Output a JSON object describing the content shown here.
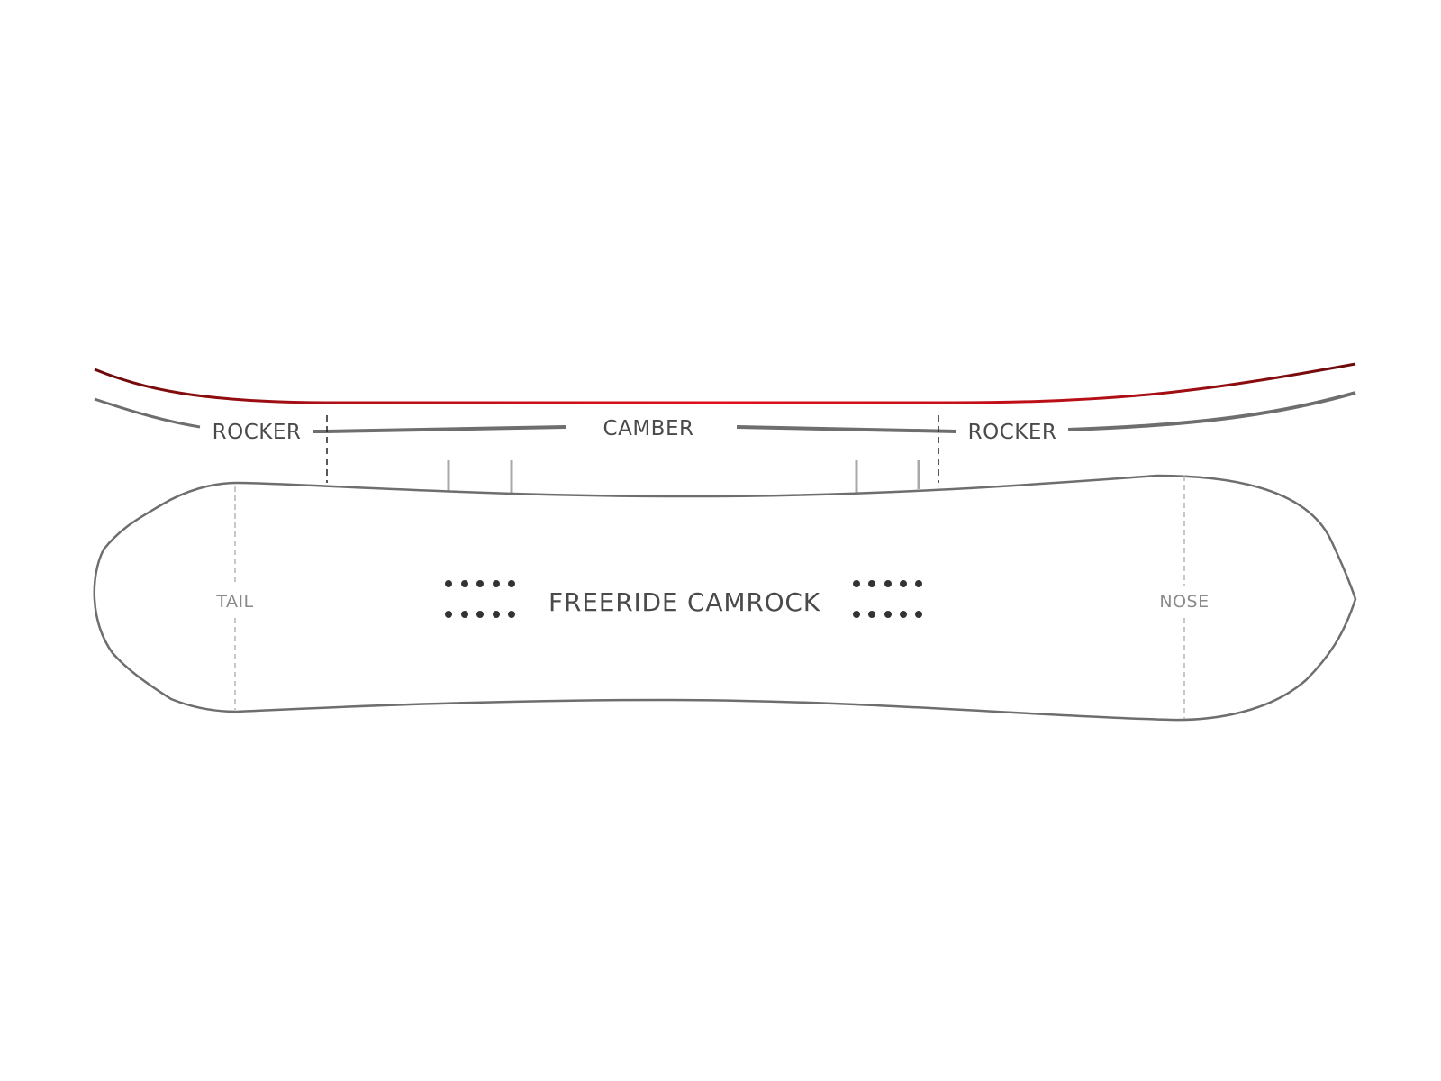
{
  "profile": {
    "rocker_left": "ROCKER",
    "camber": "CAMBER",
    "rocker_right": "ROCKER"
  },
  "board": {
    "title": "FREERIDE CAMROCK",
    "tail_label": "TAIL",
    "nose_label": "NOSE"
  },
  "colors": {
    "camber_line_dark": "#6b0a0a",
    "camber_line_bright": "#e0101c",
    "profile_line": "#6e6e6e",
    "outline": "#6e6e6e",
    "insert_dots": "#333333"
  },
  "icons": {
    "binding_inserts": "dot-grid-icon"
  }
}
